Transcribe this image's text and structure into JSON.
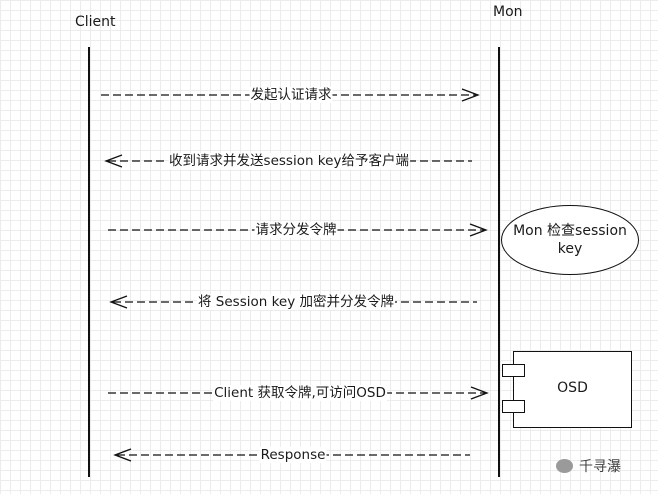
{
  "participants": {
    "client": "Client",
    "mon": "Mon"
  },
  "messages": [
    {
      "text": "发起认证请求",
      "direction": "right"
    },
    {
      "text": "收到请求并发送session key给予客户端",
      "direction": "left"
    },
    {
      "text": "请求分发令牌",
      "direction": "right"
    },
    {
      "text": "将 Session key 加密并分发令牌",
      "direction": "left"
    },
    {
      "text": "Client 获取令牌,可访问OSD",
      "direction": "right"
    },
    {
      "text": "Response",
      "direction": "left"
    }
  ],
  "nodes": {
    "check": "Mon 检查session key",
    "osd": "OSD"
  },
  "watermark": "千寻瀑",
  "colors": {
    "line": "#111111",
    "grid": "#ececec"
  }
}
